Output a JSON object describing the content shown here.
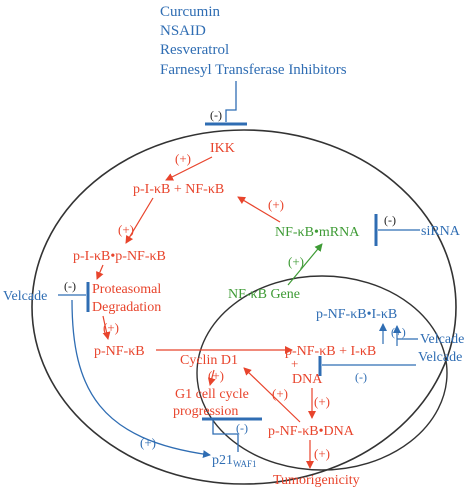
{
  "colors": {
    "inhibitor": "#2f6db3",
    "pathway": "#e8442c",
    "gene": "#3e9b35",
    "membrane": "#333333"
  },
  "inhibitors": {
    "curcumin": "Curcumin",
    "nsaid": "NSAID",
    "resveratrol": "Resveratrol",
    "farnesyl": "Farnesyl Transferase Inhibitors"
  },
  "nodes": {
    "ikk": "IKK",
    "pikb_nfkb": "p-I-κB + NF-κB",
    "pikb_pnfkb": "p-I-κB•p-NF-κB",
    "proteasomal_1": "Proteasomal",
    "proteasomal_2": "Degradation",
    "pnfkb": "p-NF-κB",
    "pnfkb_plus_ikb": "p-NF-κB + I-κB",
    "pnfkb_ikb": "p-NF-κB•I-κB",
    "nfkb_mrna": "NF-κB•mRNA",
    "nfkb_gene": "NF-κB Gene",
    "sirna": "siRNA",
    "velcade_left": "Velcade",
    "velcade_right_top": "Velcade",
    "velcade_right_bottom": "Velcade",
    "cyclin_d1": "Cyclin D1",
    "g1_1": "G1 cell cycle",
    "g1_2": "progression",
    "dna": "DNA",
    "pnfkb_dna": "p-NF-κB•DNA",
    "p21": "p21",
    "p21_sub": "WAF1",
    "tumorigenicity": "Tumorigenicity"
  },
  "signs": {
    "plus": "(+)",
    "minus": "(-)",
    "plus_bare": "+"
  }
}
